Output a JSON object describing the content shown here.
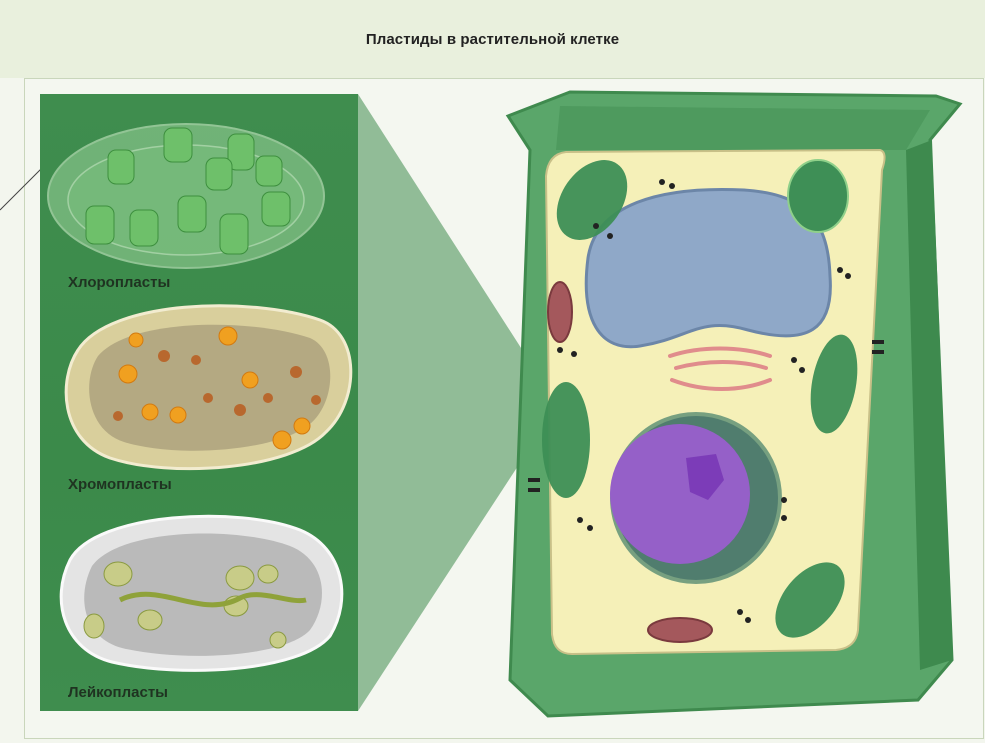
{
  "header": {
    "title": "Пластиды в растительной клетке"
  },
  "plastids": [
    {
      "label": "Хлоропласты",
      "icon": "chloroplast-icon"
    },
    {
      "label": "Хромопласты",
      "icon": "chromoplast-icon"
    },
    {
      "label": "Лейкопласты",
      "icon": "leucoplast-icon"
    }
  ],
  "colors": {
    "cell_wall": "#5aa66a",
    "cytoplasm": "#f5f0b8",
    "vacuole": "#8fa8c8",
    "nucleus": "#9560c8",
    "panel": "#3f8d4e"
  }
}
